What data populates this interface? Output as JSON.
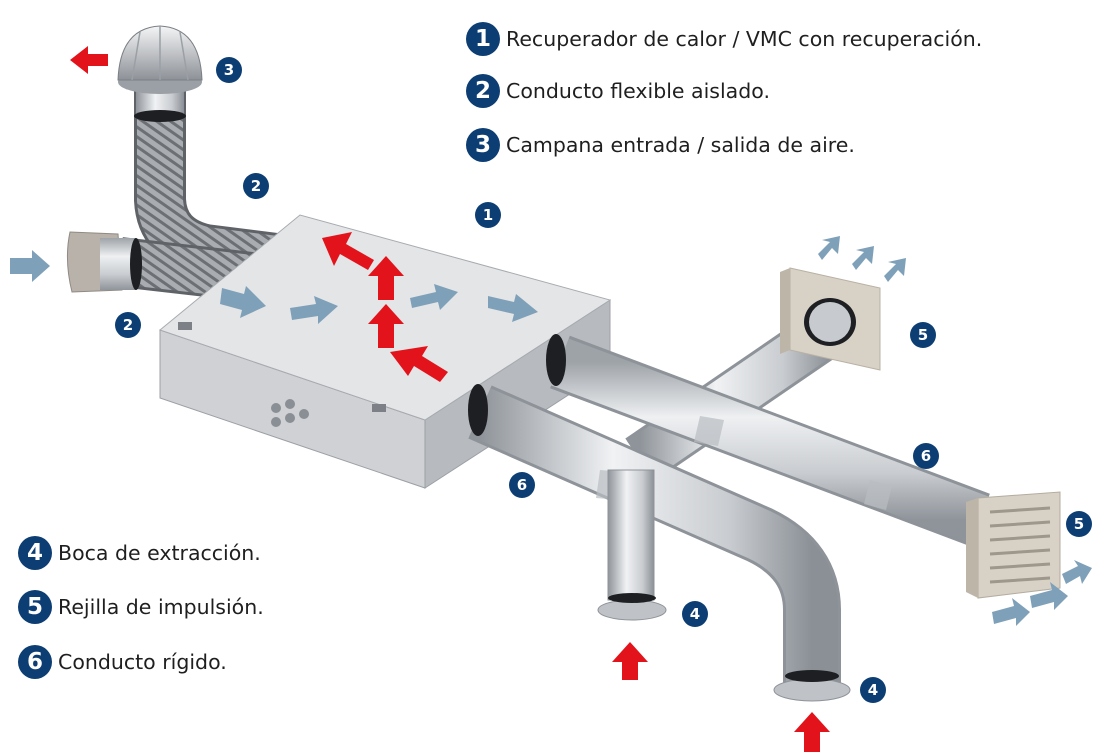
{
  "colors": {
    "badge": "#0c3d73",
    "exhaust_arrow": "#e3131b",
    "fresh_arrow": "#7fa0b9",
    "duct_metal": "#d7d9dc",
    "unit_body": "#e2e3e5"
  },
  "legend_top": [
    {
      "number": "1",
      "label": "Recuperador de calor / VMC con recuperación."
    },
    {
      "number": "2",
      "label": "Conducto flexible aislado."
    },
    {
      "number": "3",
      "label": "Campana entrada / salida de aire."
    }
  ],
  "legend_bottom": [
    {
      "number": "4",
      "label": "Boca de extracción."
    },
    {
      "number": "5",
      "label": "Rejilla de impulsión."
    },
    {
      "number": "6",
      "label": "Conducto rígido."
    }
  ],
  "callouts": [
    {
      "id": "cap-top",
      "number": "3"
    },
    {
      "id": "flex-upper",
      "number": "2"
    },
    {
      "id": "flex-lower",
      "number": "2"
    },
    {
      "id": "unit",
      "number": "1"
    },
    {
      "id": "grille-upper",
      "number": "5"
    },
    {
      "id": "grille-lower",
      "number": "5"
    },
    {
      "id": "rigid-front",
      "number": "6"
    },
    {
      "id": "rigid-right",
      "number": "6"
    },
    {
      "id": "extract-left",
      "number": "4"
    },
    {
      "id": "extract-right",
      "number": "4"
    }
  ]
}
